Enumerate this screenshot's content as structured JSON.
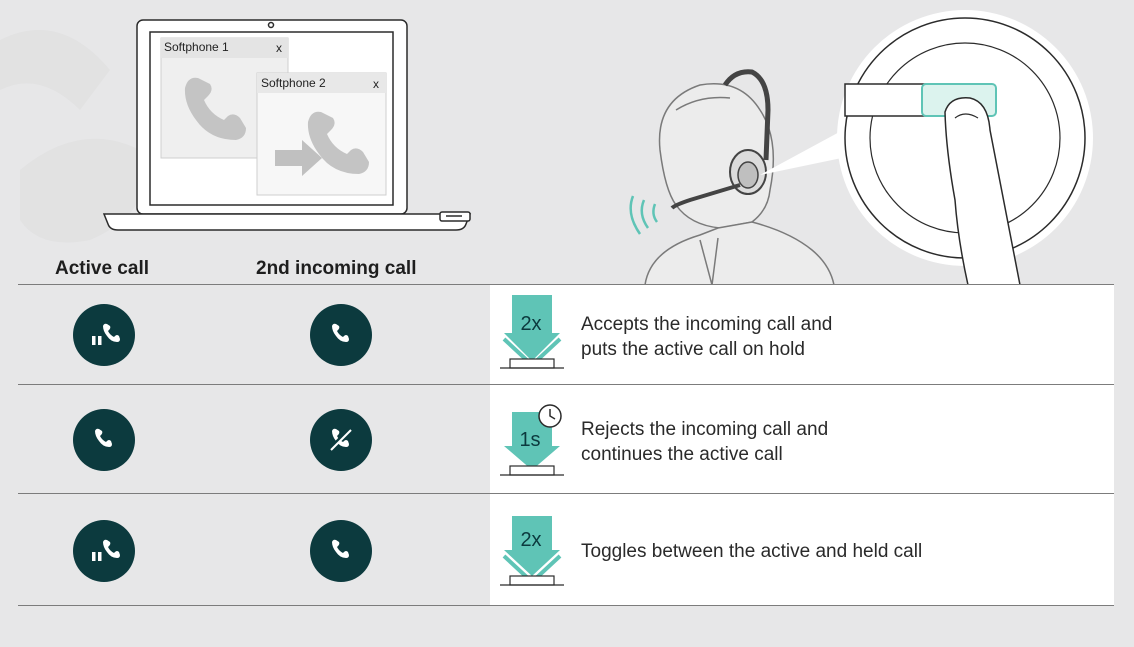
{
  "illustration": {
    "softphone1_title": "Softphone 1",
    "softphone1_close": "x",
    "softphone2_title": "Softphone 2",
    "softphone2_close": "x"
  },
  "columns": {
    "active_call": "Active call",
    "incoming_call": "2nd incoming call"
  },
  "rows": [
    {
      "active_icon": "call-hold-icon",
      "incoming_icon": "call-incoming-icon",
      "button_press": "2x",
      "description_line1": "Accepts the incoming call and",
      "description_line2": "puts the active call on hold"
    },
    {
      "active_icon": "call-active-icon",
      "incoming_icon": "call-reject-icon",
      "button_press": "1s",
      "description_line1": "Rejects the incoming call and",
      "description_line2": "continues the active call"
    },
    {
      "active_icon": "call-hold-icon",
      "incoming_icon": "call-incoming-icon",
      "button_press": "2x",
      "description_line1": "Toggles between the active and held call",
      "description_line2": ""
    }
  ],
  "colors": {
    "accent_teal": "#5fc4b6",
    "icon_dark": "#0c3a3e",
    "background": "#e7e7e8"
  }
}
